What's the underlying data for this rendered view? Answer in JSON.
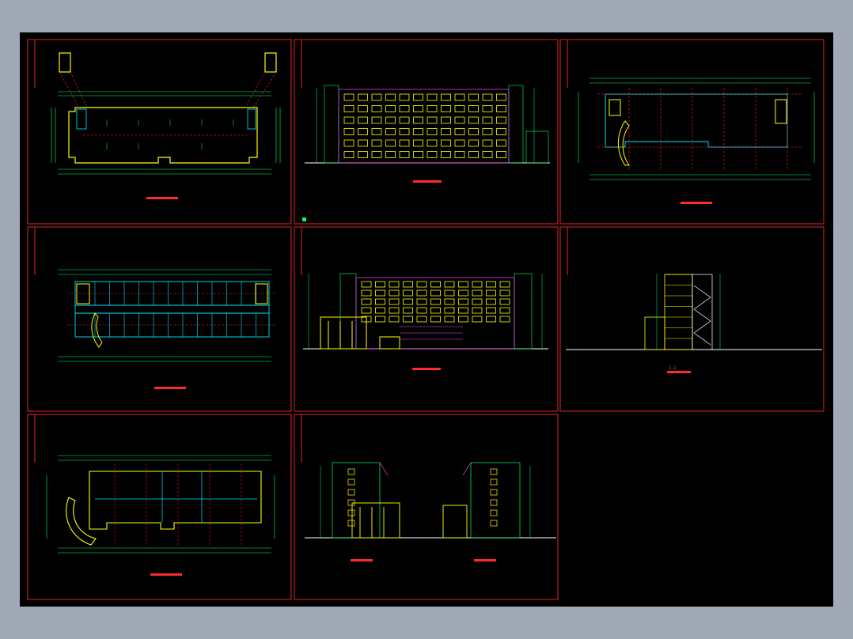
{
  "viewer": {
    "background": "#a1a9b7",
    "canvas_color": "#000000"
  },
  "colors": {
    "frame": "#e0262a",
    "wall": "#ffff00",
    "grid": "#00ff66",
    "axis": "#ff2020",
    "accent": "#00e5ff",
    "magenta": "#ff40ff",
    "white": "#ffffff"
  },
  "sheets": [
    {
      "id": "roof-plan",
      "kind": "plan",
      "title": "",
      "scale": ""
    },
    {
      "id": "front-elevation-a",
      "kind": "elevation",
      "title": "",
      "scale": ""
    },
    {
      "id": "upper-floor-plan",
      "kind": "plan",
      "title": "",
      "scale": ""
    },
    {
      "id": "typical-floor-plan",
      "kind": "plan",
      "title": "",
      "scale": ""
    },
    {
      "id": "front-elevation-b",
      "kind": "elevation",
      "title": "",
      "scale": ""
    },
    {
      "id": "section-1-1",
      "kind": "section",
      "title": "1-1",
      "scale": ""
    },
    {
      "id": "ground-floor-plan",
      "kind": "plan",
      "title": "",
      "scale": ""
    },
    {
      "id": "side-elevations",
      "kind": "elevation",
      "title": "",
      "scale": ""
    }
  ]
}
